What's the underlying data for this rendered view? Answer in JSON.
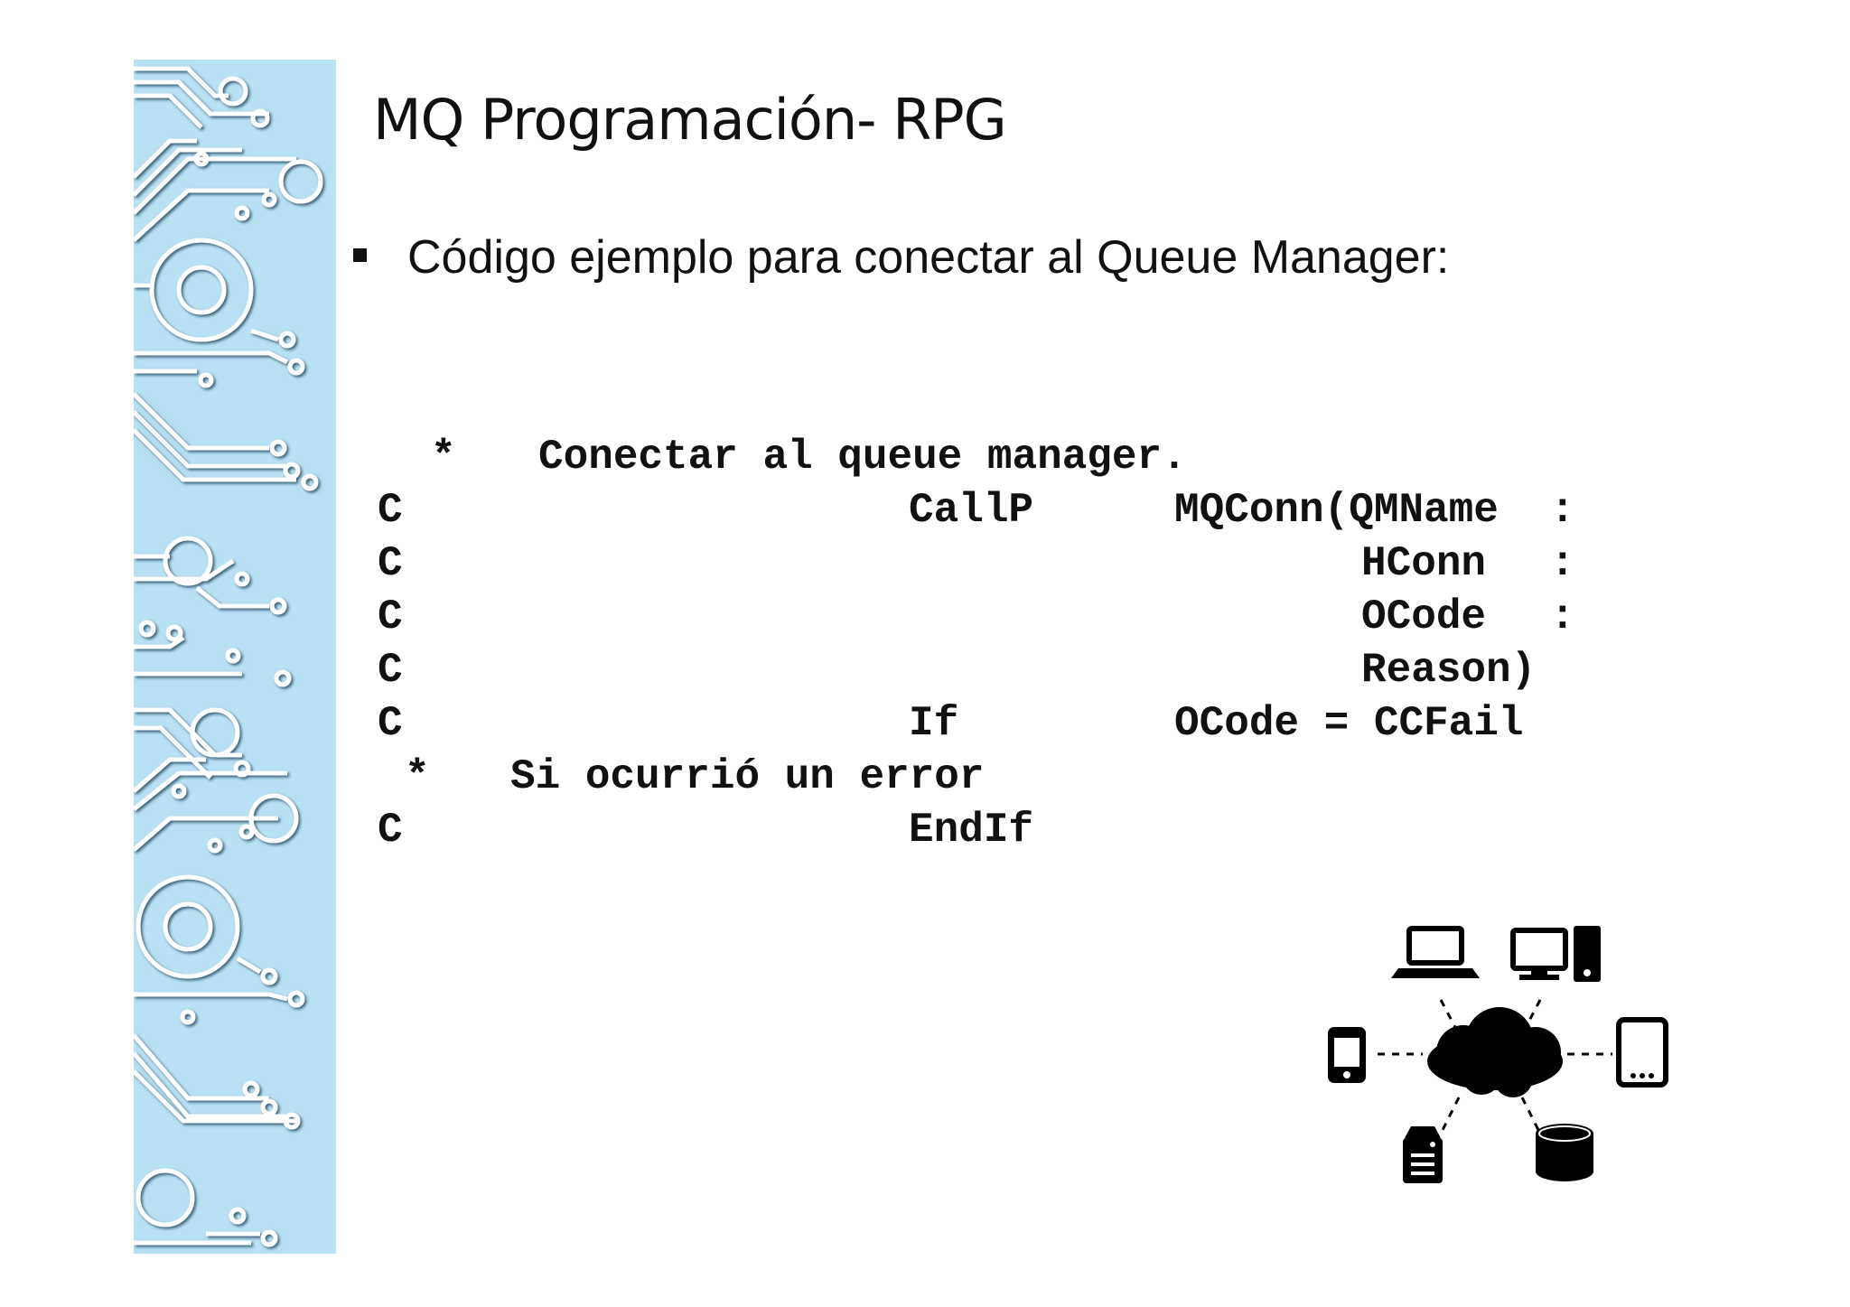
{
  "slide": {
    "title": "MQ Programación- RPG",
    "bullet": "Código ejemplo para conectar al Queue Manager:"
  },
  "code": {
    "comment1_star": "*",
    "comment1_text": "Conectar al queue manager.",
    "rows": [
      {
        "spec": "C",
        "op": "CallP",
        "arg": "MQConn(QMName",
        "sep": ":"
      },
      {
        "spec": "C",
        "op": "",
        "arg": "HConn",
        "sep": ":"
      },
      {
        "spec": "C",
        "op": "",
        "arg": "OCode",
        "sep": ":"
      },
      {
        "spec": "C",
        "op": "",
        "arg": "Reason)",
        "sep": ""
      },
      {
        "spec": "C",
        "op": "If",
        "arg": "OCode = CCFail",
        "sep": ""
      }
    ],
    "comment2_star": "*",
    "comment2_text": "Si ocurrió un error",
    "endif_spec": "C",
    "endif_op": "EndIf"
  },
  "colors": {
    "sidebar_bg": "#b9e1f4",
    "circuit": "#ffffff",
    "circuit_shadow": "#2a4f66"
  },
  "icons": [
    "circuit-board-decoration",
    "network-cloud-icon",
    "laptop-icon",
    "desktop-icon",
    "phone-icon",
    "tablet-icon",
    "server-icon",
    "database-icon"
  ]
}
